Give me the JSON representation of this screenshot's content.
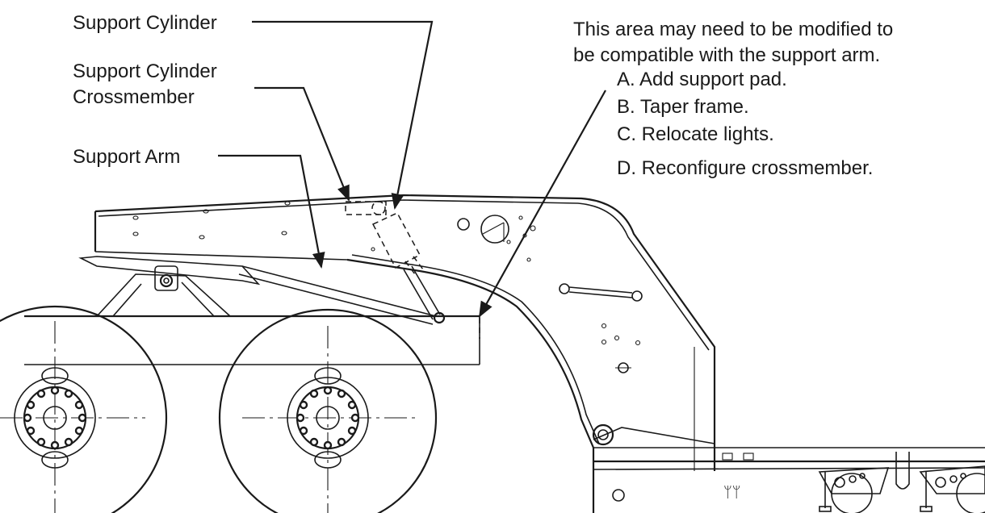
{
  "labels": {
    "support_cylinder": "Support Cylinder",
    "support_cylinder_crossmember_line1": "Support Cylinder",
    "support_cylinder_crossmember_line2": "Crossmember",
    "support_arm": "Support Arm",
    "note_line1": "This area may need to be modified to",
    "note_line2": "be compatible with the support arm.",
    "note_items": [
      "A. Add support pad.",
      "B. Taper frame.",
      "C. Relocate lights.",
      "D. Reconfigure crossmember."
    ]
  },
  "colors": {
    "ink": "#1a1a1a",
    "background": "#ffffff"
  }
}
